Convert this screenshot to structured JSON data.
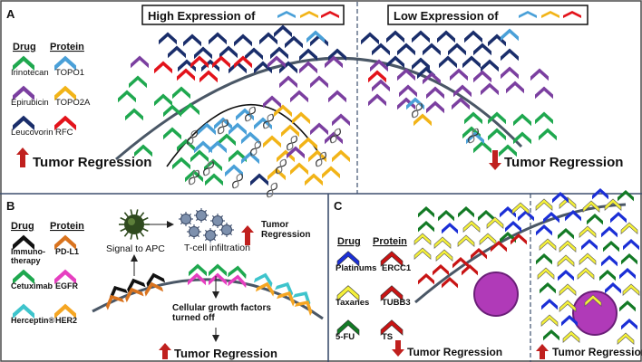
{
  "panel_a": {
    "letter": "A",
    "high_title": "High Expression of",
    "low_title": "Low Expression of",
    "legend_drug_header": "Drug",
    "legend_protein_header": "Protein",
    "legend": [
      {
        "drug": "Irinotecan",
        "protein": "TOPO1",
        "drug_color": "#1fa84f",
        "protein_color": "#4aa0d8"
      },
      {
        "drug": "Epirubicin",
        "protein": "TOPO2A",
        "drug_color": "#7b3fa0",
        "protein_color": "#f2b418"
      },
      {
        "drug": "Leucovorin",
        "protein": "RFC",
        "drug_color": "#1a2e6b",
        "protein_color": "#e3131b"
      }
    ],
    "left_outcome": "Tumor Regression",
    "right_outcome": "Tumor Regression"
  },
  "panel_b": {
    "letter": "B",
    "legend_drug_header": "Drug",
    "legend_protein_header": "Protein",
    "legend": [
      {
        "drug": "Immuno-\ntherapy",
        "protein": "PD-L1",
        "drug_color": "#111111",
        "protein_color": "#d9731e"
      },
      {
        "drug": "Cetuximab",
        "protein": "EGFR",
        "drug_color": "#1fa84f",
        "protein_color": "#e63fc0"
      },
      {
        "drug": "Herceptin®",
        "protein": "HER2",
        "drug_color": "#3ec4cc",
        "protein_color": "#f5a623"
      }
    ],
    "signal_label": "Signal to APC",
    "tcell_label": "T-cell infiltration",
    "top_outcome": "Tumor\nRegression",
    "growth_label": "Cellular growth factors\nturned off",
    "bottom_outcome": "Tumor Regression"
  },
  "panel_c": {
    "letter": "C",
    "legend_drug_header": "Drug",
    "legend_protein_header": "Protein",
    "legend": [
      {
        "drug": "Platinums",
        "protein": "ERCC1",
        "drug_color": "#1b2fd6",
        "protein_color": "#c81414"
      },
      {
        "drug": "Taxanes",
        "protein": "TUBB3",
        "drug_color": "#f4f03a",
        "protein_color": "#c81414"
      },
      {
        "drug": "5-FU",
        "protein": "TS",
        "drug_color": "#137a25",
        "protein_color": "#c81414"
      }
    ],
    "left_outcome": "Tumor Regression",
    "right_outcome": "Tumor Regression"
  },
  "colors": {
    "arrow_up": "#c0201e",
    "arrow_down": "#c0201e",
    "membrane": "#4a5766",
    "divider": "#3d4f6e",
    "cell_nucleus": "#b03ab8"
  }
}
